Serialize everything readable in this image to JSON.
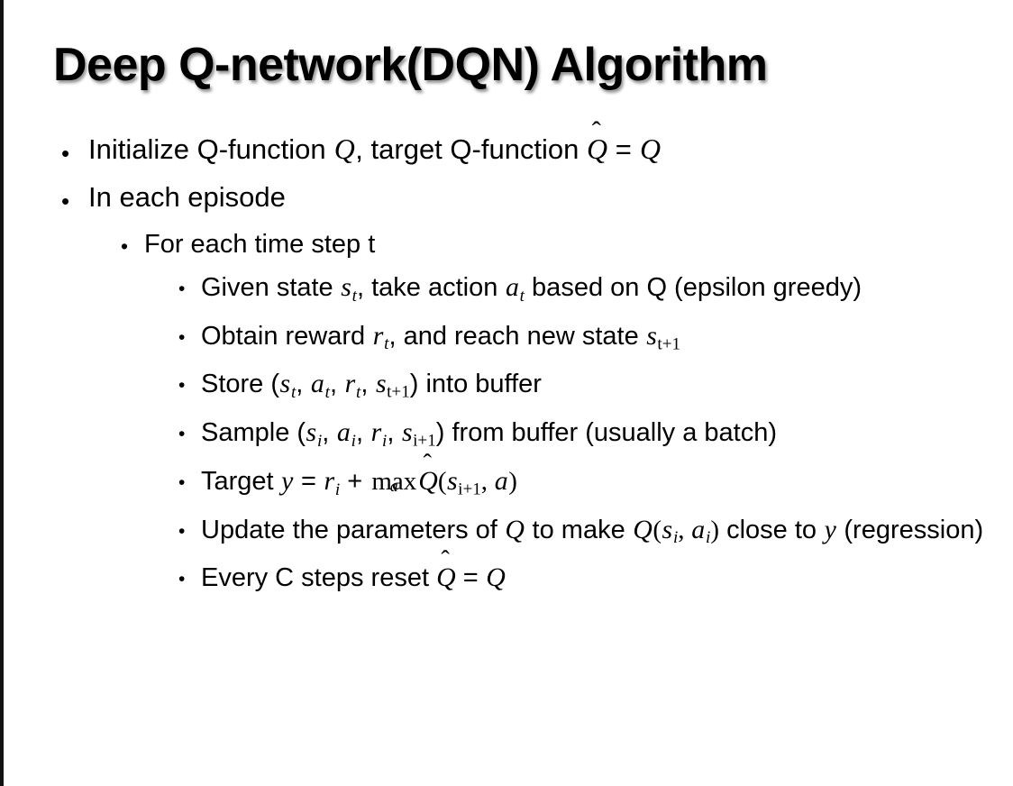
{
  "slide": {
    "title": "Deep Q-network(DQN) Algorithm",
    "bullet_glyph": "•",
    "background_color": "#ffffff",
    "text_color": "#000000",
    "border_color": "#111111",
    "bullets": [
      {
        "level": 1,
        "id": "initialize-q-function",
        "plain": "Initialize Q-function Q, target Q-function Q̂ = Q",
        "parts": [
          {
            "t": "text",
            "v": "Initialize Q-function "
          },
          {
            "t": "mi",
            "v": "Q"
          },
          {
            "t": "text",
            "v": ", target Q-function "
          },
          {
            "t": "mhat",
            "v": "Q"
          },
          {
            "t": "text",
            "v": " = "
          },
          {
            "t": "mi",
            "v": "Q"
          }
        ]
      },
      {
        "level": 1,
        "id": "in-each-episode",
        "plain": "In each episode",
        "parts": [
          {
            "t": "text",
            "v": "In each episode"
          }
        ]
      },
      {
        "level": 2,
        "id": "for-each-time-step",
        "plain": "For each time step t",
        "parts": [
          {
            "t": "text",
            "v": "For each time step t"
          }
        ]
      },
      {
        "level": 3,
        "id": "given-state-take-action",
        "plain": "Given state s_t, take action a_t based on Q (epsilon greedy)",
        "parts": [
          {
            "t": "text",
            "v": "Given state "
          },
          {
            "t": "mi",
            "v": "s"
          },
          {
            "t": "msub",
            "v": "t"
          },
          {
            "t": "text",
            "v": ", take action "
          },
          {
            "t": "mi",
            "v": "a"
          },
          {
            "t": "msub",
            "v": "t"
          },
          {
            "t": "text",
            "v": " based on Q (epsilon greedy)"
          }
        ]
      },
      {
        "level": 3,
        "id": "obtain-reward",
        "plain": "Obtain reward r_t, and reach new state s_t+1",
        "parts": [
          {
            "t": "text",
            "v": "Obtain reward "
          },
          {
            "t": "mi",
            "v": "r"
          },
          {
            "t": "msub",
            "v": "t"
          },
          {
            "t": "text",
            "v": ", and reach new state "
          },
          {
            "t": "mi",
            "v": "s"
          },
          {
            "t": "msubmix",
            "v": "t+1"
          }
        ]
      },
      {
        "level": 3,
        "id": "store-into-buffer",
        "plain": "Store (s_t, a_t, r_t, s_t+1) into buffer",
        "parts": [
          {
            "t": "text",
            "v": "Store ("
          },
          {
            "t": "mi",
            "v": "s"
          },
          {
            "t": "msub",
            "v": "t"
          },
          {
            "t": "text",
            "v": ", "
          },
          {
            "t": "mi",
            "v": "a"
          },
          {
            "t": "msub",
            "v": "t"
          },
          {
            "t": "text",
            "v": ", "
          },
          {
            "t": "mi",
            "v": "r"
          },
          {
            "t": "msub",
            "v": "t"
          },
          {
            "t": "text",
            "v": ", "
          },
          {
            "t": "mi",
            "v": "s"
          },
          {
            "t": "msubmix",
            "v": "t+1"
          },
          {
            "t": "text",
            "v": ") into buffer"
          }
        ]
      },
      {
        "level": 3,
        "id": "sample-from-buffer",
        "plain": "Sample (s_i, a_i, r_i, s_i+1) from buffer (usually a batch)",
        "parts": [
          {
            "t": "text",
            "v": "Sample ("
          },
          {
            "t": "mi",
            "v": "s"
          },
          {
            "t": "msub",
            "v": "i"
          },
          {
            "t": "text",
            "v": ", "
          },
          {
            "t": "mi",
            "v": "a"
          },
          {
            "t": "msub",
            "v": "i"
          },
          {
            "t": "text",
            "v": ", "
          },
          {
            "t": "mi",
            "v": "r"
          },
          {
            "t": "msub",
            "v": "i"
          },
          {
            "t": "text",
            "v": ", "
          },
          {
            "t": "mi",
            "v": "s"
          },
          {
            "t": "msubmix",
            "v": "i+1"
          },
          {
            "t": "text",
            "v": ") from buffer (usually a batch)"
          }
        ]
      },
      {
        "level": 3,
        "id": "target-equation",
        "plain": "Target y = r_i + max_a Q̂(s_i+1, a)",
        "parts": [
          {
            "t": "text",
            "v": "Target "
          },
          {
            "t": "mi",
            "v": "y"
          },
          {
            "t": "text",
            "v": " = "
          },
          {
            "t": "mi",
            "v": "r"
          },
          {
            "t": "msub",
            "v": "i"
          },
          {
            "t": "text",
            "v": " + "
          },
          {
            "t": "maxop",
            "v": "max",
            "sub": "a"
          },
          {
            "t": "mhat",
            "v": "Q"
          },
          {
            "t": "mop",
            "v": "("
          },
          {
            "t": "mi",
            "v": "s"
          },
          {
            "t": "msubmix",
            "v": "i+1"
          },
          {
            "t": "mop",
            "v": ", "
          },
          {
            "t": "mi",
            "v": "a"
          },
          {
            "t": "mop",
            "v": ")"
          }
        ]
      },
      {
        "level": 3,
        "id": "update-parameters",
        "plain": "Update the parameters of Q to make Q(s_i, a_i) close to y (regression)",
        "parts": [
          {
            "t": "text",
            "v": "Update the parameters of "
          },
          {
            "t": "mi",
            "v": "Q"
          },
          {
            "t": "text",
            "v": " to make "
          },
          {
            "t": "mi",
            "v": "Q"
          },
          {
            "t": "mop",
            "v": "("
          },
          {
            "t": "mi",
            "v": "s"
          },
          {
            "t": "msub",
            "v": "i"
          },
          {
            "t": "mop",
            "v": ", "
          },
          {
            "t": "mi",
            "v": "a"
          },
          {
            "t": "msub",
            "v": "i"
          },
          {
            "t": "mop",
            "v": ")"
          },
          {
            "t": "text",
            "v": " close to "
          },
          {
            "t": "mi",
            "v": "y"
          },
          {
            "t": "text",
            "v": " (regression)"
          }
        ]
      },
      {
        "level": 3,
        "id": "every-c-steps-reset",
        "plain": "Every C steps reset Q̂ = Q",
        "parts": [
          {
            "t": "text",
            "v": "Every C steps reset "
          },
          {
            "t": "mhat",
            "v": "Q"
          },
          {
            "t": "text",
            "v": " = "
          },
          {
            "t": "mi",
            "v": "Q"
          }
        ]
      }
    ]
  }
}
